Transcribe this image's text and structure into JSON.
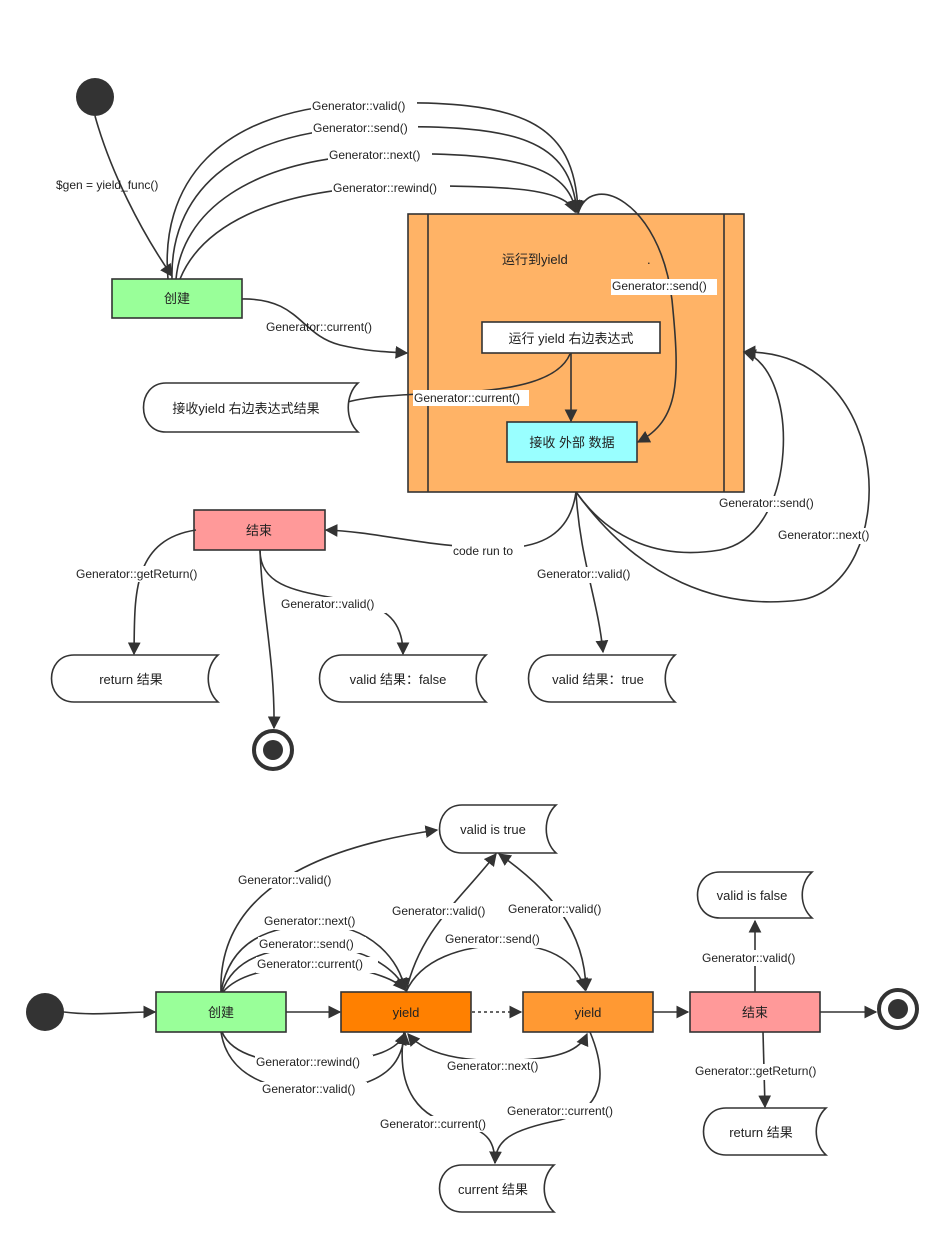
{
  "diagram_top": {
    "nodes": {
      "create": "创建",
      "run_to_yield": "运行到yield",
      "dot_mark": ".",
      "eval_right_expr": "运行 yield 右边表达式",
      "receive_external": "接收 外部 数据",
      "receive_yield_result": "接收yield 右边表达式结果",
      "end": "结束",
      "return_result": "return 结果",
      "valid_false": "valid 结果：false",
      "valid_true": "valid 结果：true"
    },
    "labels": {
      "gen_assign": "$gen = yield_func()",
      "valid": "Generator::valid()",
      "send": "Generator::send()",
      "next": "Generator::next()",
      "rewind": "Generator::rewind()",
      "current_in": "Generator::current()",
      "send_inner": "Generator::send()",
      "current_out": "Generator::current()",
      "code_run_to": "code run to",
      "get_return": "Generator::getReturn()",
      "valid_end": "Generator::valid()",
      "valid_loop": "Generator::valid()",
      "send_loop": "Generator::send()",
      "next_loop": "Generator::next()"
    }
  },
  "diagram_bottom": {
    "nodes": {
      "create": "创建",
      "yield1": "yield",
      "yield2": "yield",
      "end": "结束",
      "valid_true": "valid is true",
      "valid_false": "valid is false",
      "current_result": "current 结果",
      "return_result": "return 结果"
    },
    "labels": {
      "valid_top": "Generator::valid()",
      "next": "Generator::next()",
      "send": "Generator::send()",
      "current": "Generator::current()",
      "rewind": "Generator::rewind()",
      "valid_below": "Generator::valid()",
      "y1_valid": "Generator::valid()",
      "y2_valid": "Generator::valid()",
      "y1_send": "Generator::send()",
      "y1_next": "Generator::next()",
      "y1_current": "Generator::current()",
      "y2_current": "Generator::current()",
      "end_valid": "Generator::valid()",
      "end_get_return": "Generator::getReturn()"
    }
  },
  "colors": {
    "create_green": "#99ff99",
    "orange_state": "#ffb366",
    "cyan_box": "#99ffff",
    "end_red": "#ff9999",
    "yield_dark_orange": "#ff8000",
    "yield_light_orange": "#ff9933",
    "dot_fill": "#333333"
  }
}
